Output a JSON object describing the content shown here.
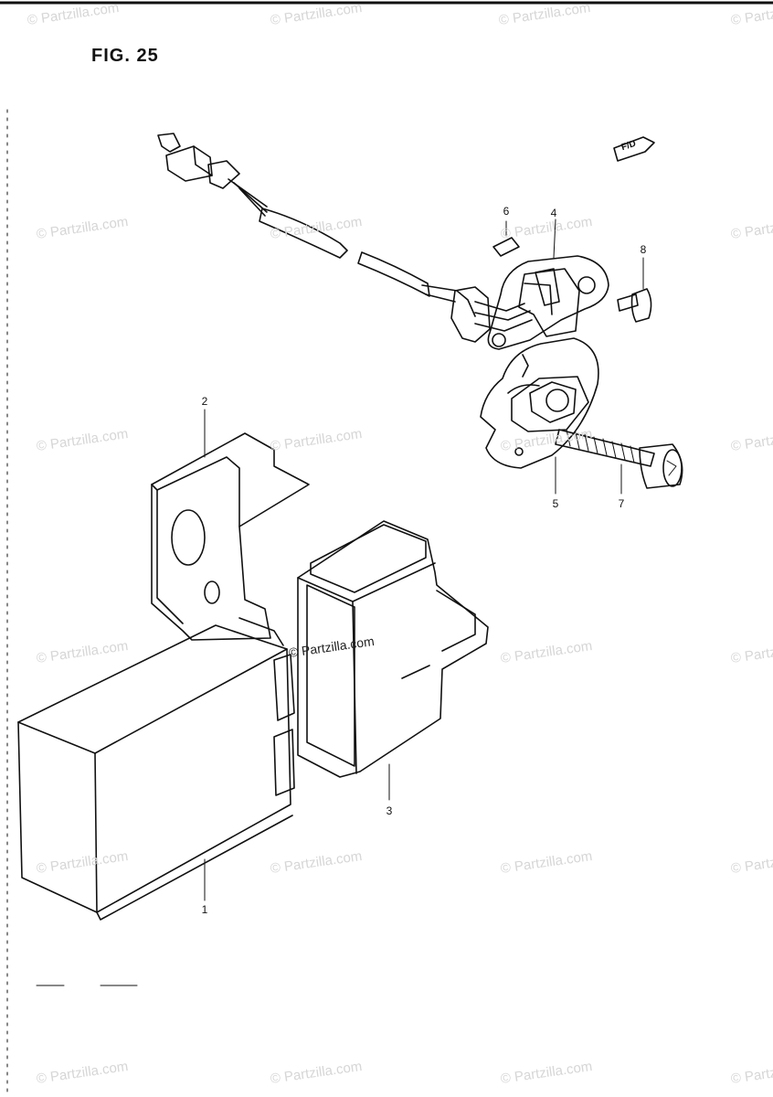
{
  "figure": {
    "title": "FIG. 25"
  },
  "callouts": [
    "1",
    "2",
    "3",
    "4",
    "5",
    "6",
    "7",
    "8"
  ],
  "watermark": {
    "text": "© Partzilla.com",
    "center_text": "© Partzilla.com"
  },
  "direction_marker": {
    "text": "F/D",
    "icon": "front-direction-arrow-icon"
  },
  "colors": {
    "line": "#111111",
    "watermark": "#d6d6d6",
    "background": "#ffffff"
  }
}
